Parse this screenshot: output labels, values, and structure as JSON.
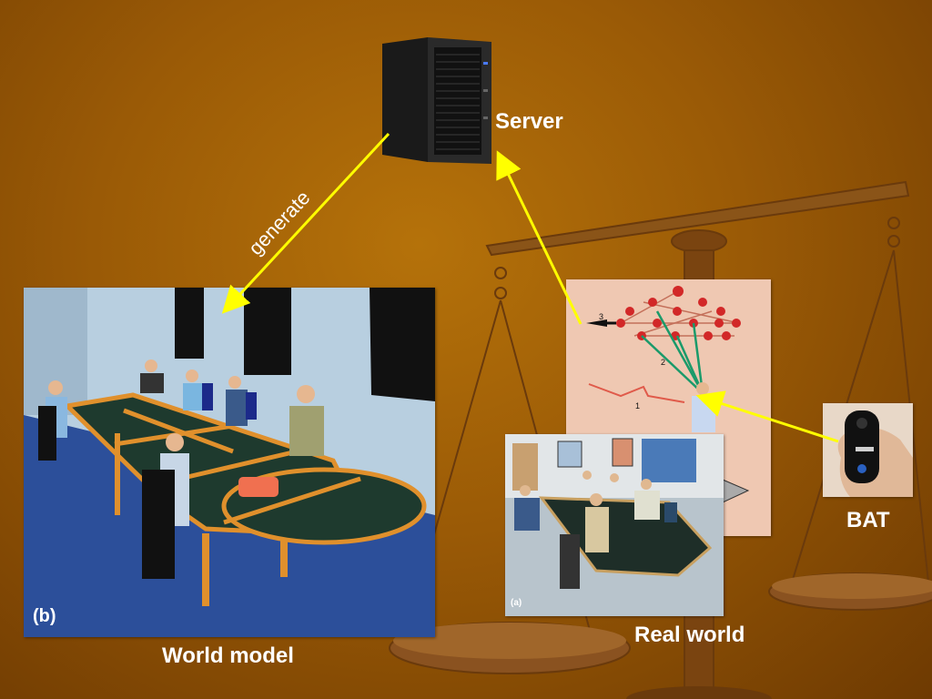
{
  "labels": {
    "server": "Server",
    "generate": "generate",
    "bat": "BAT",
    "real_world": "Real world",
    "world_model": "World model"
  },
  "photos": {
    "world_model_tag": "(b)",
    "real_world_tag": "(a)",
    "diagram_numbers": [
      "1",
      "2",
      "3"
    ]
  },
  "colors": {
    "background": "#9a5a06",
    "arrow": "#ffff00",
    "label_text": "#ffffff",
    "scale": "#7a4410"
  }
}
